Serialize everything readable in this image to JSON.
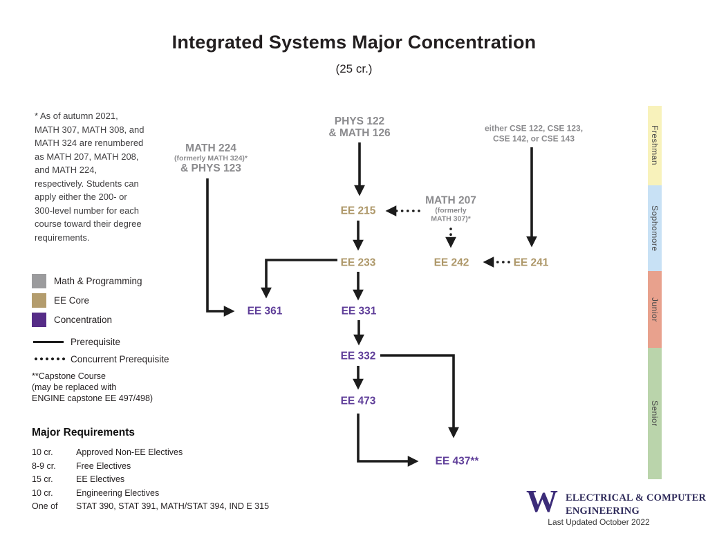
{
  "title": "Integrated Systems Major Concentration",
  "subtitle": "(25 cr.)",
  "note_lines": [
    "* As of autumn 2021,",
    "MATH 307, MATH 308, and",
    "MATH 324 are renumbered",
    "as MATH 207, MATH 208,",
    "and MATH 224,",
    "respectively. Students can",
    "apply either the 200- or",
    "300-level number for each",
    "course toward their degree",
    "requirements."
  ],
  "legend": {
    "items": [
      {
        "label": "Math & Programming",
        "color": "#9b9b9d"
      },
      {
        "label": "EE Core",
        "color": "#b39c6d"
      },
      {
        "label": "Concentration",
        "color": "#562c87"
      }
    ],
    "prerequisite_label": "Prerequisite",
    "concurrent_label": "Concurrent Prerequisite",
    "capstone_lines": [
      "**Capstone Course",
      "(may be replaced with",
      "ENGINE capstone EE 497/498)"
    ]
  },
  "requirements": {
    "heading": "Major Requirements",
    "rows": [
      {
        "credits": "10 cr.",
        "desc": "Approved Non-EE Electives"
      },
      {
        "credits": "8-9 cr.",
        "desc": "Free Electives"
      },
      {
        "credits": "15 cr.",
        "desc": "EE Electives"
      },
      {
        "credits": "10 cr.",
        "desc": "Engineering Electives"
      },
      {
        "credits": "One of",
        "desc": "STAT 390, STAT 391, MATH/STAT 394, IND E 315"
      }
    ]
  },
  "nodes": {
    "phys122": {
      "l1": "PHYS 122",
      "l2": "& MATH 126"
    },
    "math224": {
      "l1": "MATH 224",
      "l2": "(formerly MATH 324)*",
      "l3": "& PHYS 123"
    },
    "cse": {
      "l1": "either CSE 122, CSE 123,",
      "l2": "CSE 142, or CSE 143"
    },
    "math207": {
      "l1": "MATH 207",
      "l2": "(formerly",
      "l3": "MATH 307)*"
    },
    "ee215": "EE 215",
    "ee233": "EE 233",
    "ee242": "EE 242",
    "ee241": "EE 241",
    "ee361": "EE 361",
    "ee331": "EE 331",
    "ee332": "EE 332",
    "ee473": "EE 473",
    "ee437": "EE 437**"
  },
  "sidebar": {
    "bands": [
      {
        "label": "Freshman",
        "color": "#f8f2bb",
        "height": 115
      },
      {
        "label": "Sophomore",
        "color": "#c8e1f5",
        "height": 124
      },
      {
        "label": "Junior",
        "color": "#e8a18d",
        "height": 111
      },
      {
        "label": "Senior",
        "color": "#bad4ab",
        "height": 190
      }
    ]
  },
  "footer": {
    "logo_letter": "W",
    "org_line1": "ELECTRICAL & COMPUTER",
    "org_line2": "ENGINEERING",
    "updated": "Last Updated October 2022"
  }
}
